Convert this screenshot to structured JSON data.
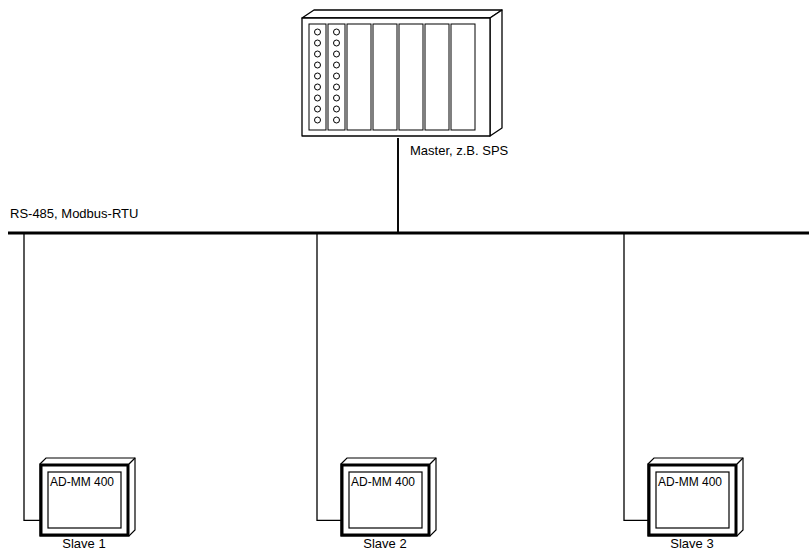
{
  "diagram": {
    "nodes": [
      {
        "text": [
          "Master, z.B. SPS"
        ]
      },
      {
        "text": [
          "AD-MM 400",
          "Slave 1"
        ]
      },
      {
        "text": [
          "AD-MM 400",
          "Slave 2"
        ]
      },
      {
        "text": [
          "AD-MM 400",
          "Slave 3"
        ]
      }
    ],
    "edges": [
      {
        "from": 0,
        "to": 1,
        "arrow": "none"
      },
      {
        "from": 0,
        "to": 2,
        "arrow": "none"
      },
      {
        "from": 0,
        "to": 3,
        "arrow": "none"
      }
    ],
    "labels": [
      "RS-485, Modbus-RTU"
    ]
  }
}
